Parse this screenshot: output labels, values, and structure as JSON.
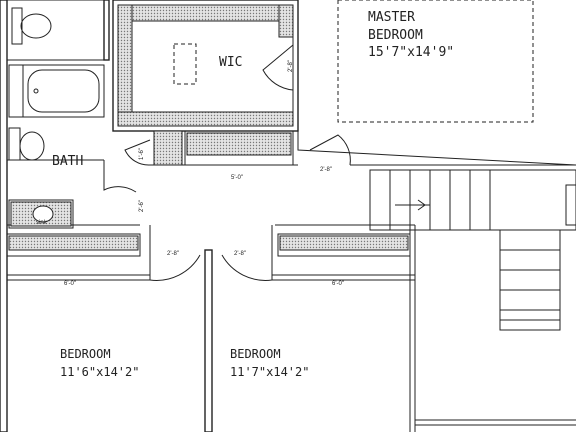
{
  "rooms": {
    "master": {
      "name_line1": "MASTER",
      "name_line2": "BEDROOM",
      "size": "15'7\"x14'9\""
    },
    "wic": {
      "name": "WIC"
    },
    "bath": {
      "name": "BATH"
    },
    "bedroom_left": {
      "name": "BEDROOM",
      "size": "11'6\"x14'2\""
    },
    "bedroom_right": {
      "name": "BEDROOM",
      "size": "11'7\"x14'2\""
    }
  },
  "dimensions": {
    "wic_door": "2'-8\"",
    "linen_door": "1'-6\"",
    "hall_closet": "5'-0\"",
    "master_door": "2'-8\"",
    "bath_door": "2'-6\"",
    "bed_left_door": "2'-8\"",
    "bed_right_door": "2'-8\"",
    "closet_left": "6'-0\"",
    "closet_right": "6'-0\"",
    "vanity": "sink"
  },
  "colors": {
    "line": "#222222",
    "background": "#ffffff",
    "shelf": "#d8d8d8"
  }
}
